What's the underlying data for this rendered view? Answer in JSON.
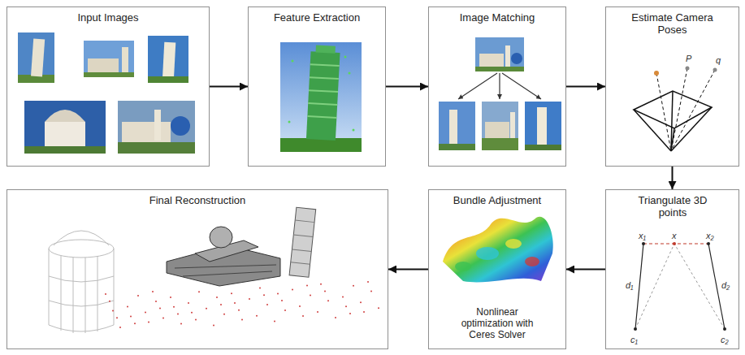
{
  "diagram": {
    "nodes": [
      {
        "text": [
          "Input Images"
        ]
      },
      {
        "text": [
          "Feature Extraction"
        ]
      },
      {
        "text": [
          "Image Matching"
        ]
      },
      {
        "text": [
          "Estimate Camera Poses"
        ]
      },
      {
        "text": [
          "Triangulate 3D points"
        ]
      },
      {
        "text": [
          "Bundle Adjustment",
          "Nonlinear optimization with Ceres Solver"
        ]
      },
      {
        "text": [
          "Final Reconstruction"
        ]
      }
    ],
    "edges": [
      {
        "from": 0,
        "to": 1,
        "arrow": "to"
      },
      {
        "from": 1,
        "to": 2,
        "arrow": "to"
      },
      {
        "from": 2,
        "to": 3,
        "arrow": "to"
      },
      {
        "from": 3,
        "to": 4,
        "arrow": "to"
      },
      {
        "from": 4,
        "to": 5,
        "arrow": "to"
      },
      {
        "from": 5,
        "to": 6,
        "arrow": "to"
      }
    ],
    "labels": [
      "P",
      "q",
      "x₁",
      "x",
      "x₂",
      "d₁",
      "d₂",
      "c₁",
      "c₂"
    ]
  }
}
